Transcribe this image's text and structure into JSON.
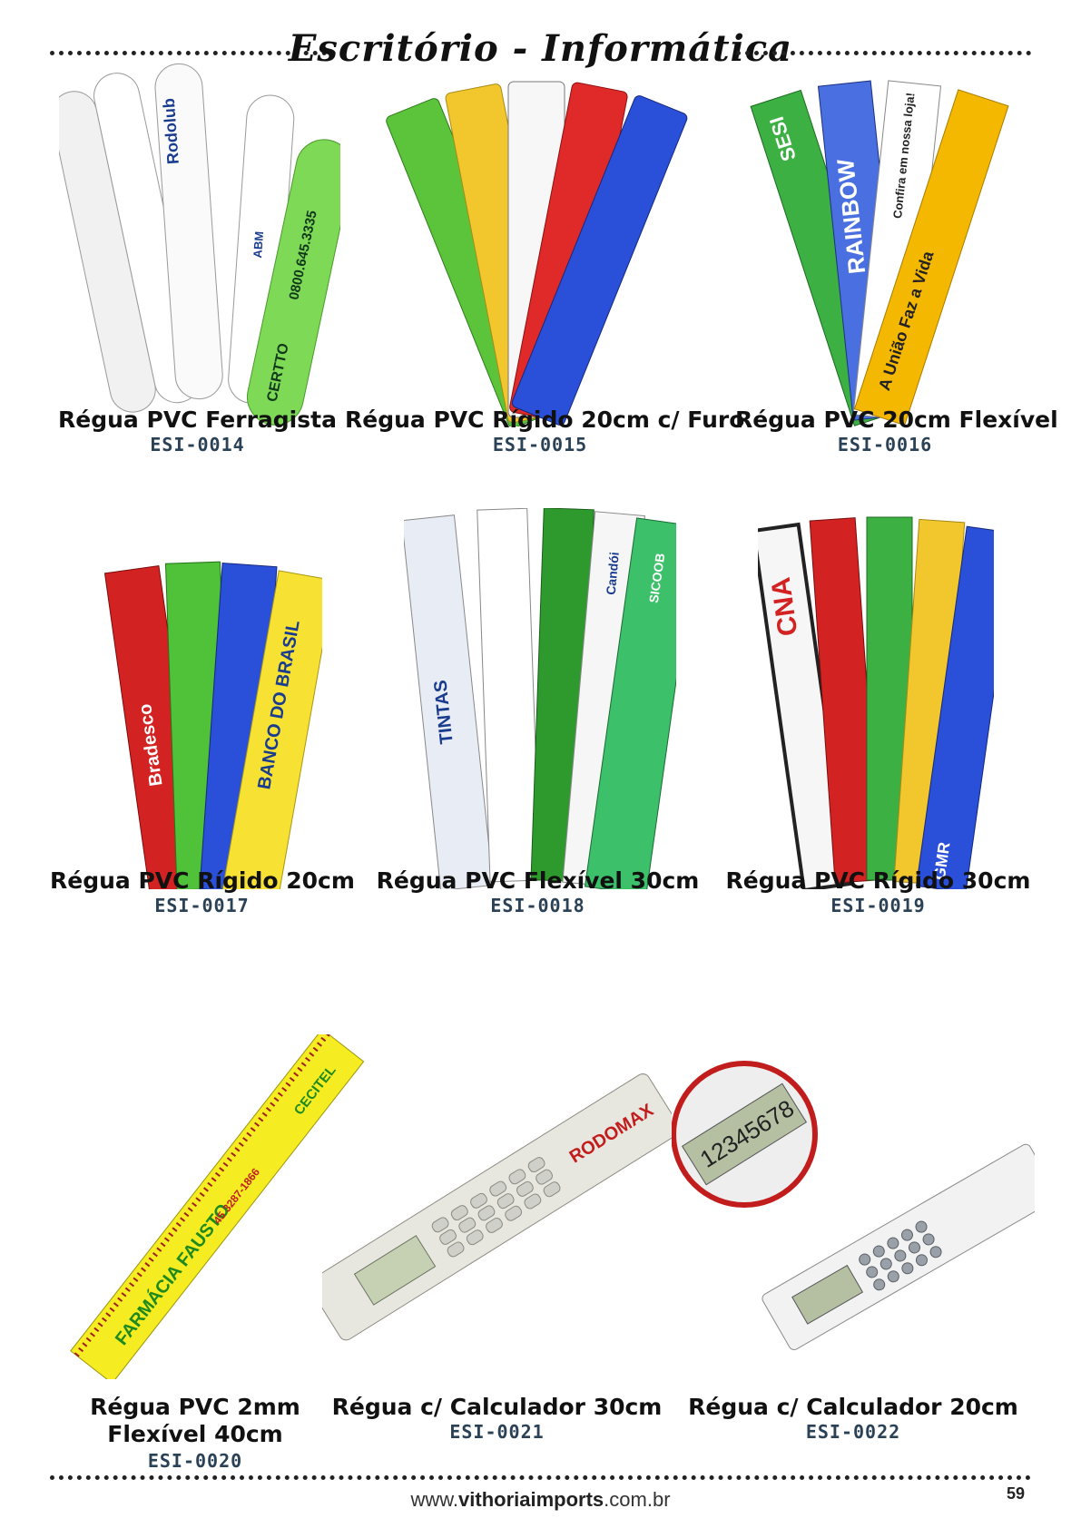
{
  "header": {
    "title": "Escritório - Informática"
  },
  "products": [
    {
      "name": "Régua PVC Ferragista",
      "code": "ESI-0014",
      "image_text": [
        "Rodolub",
        "0800.645.3335",
        "CERTTO",
        "ABM"
      ]
    },
    {
      "name": "Régua PVC Rígido 20cm c/ Furo",
      "code": "ESI-0015",
      "image_text": []
    },
    {
      "name": "Régua PVC 20cm Flexível",
      "code": "ESI-0016",
      "image_text": [
        "SESI",
        "RAINBOW",
        "A União Faz a Vida",
        "Confira em nossa loja!"
      ]
    },
    {
      "name": "Régua PVC Rígido 20cm",
      "code": "ESI-0017",
      "image_text": [
        "Bradesco",
        "BANCO DO BRASIL"
      ]
    },
    {
      "name": "Régua PVC Flexível 30cm",
      "code": "ESI-0018",
      "image_text": [
        "TINTAS",
        "SICOOB",
        "Candói"
      ]
    },
    {
      "name": "Régua PVC Rígido 30cm",
      "code": "ESI-0019",
      "image_text": [
        "CNA",
        "GMR"
      ]
    },
    {
      "name": "Régua PVC 2mm Flexível 40cm",
      "code": "ESI-0020",
      "image_text": [
        "FARMÁCIA FAUSTO",
        "CECITEL",
        "45 3287-1866"
      ]
    },
    {
      "name": "Régua c/ Calculador 30cm",
      "code": "ESI-0021",
      "image_text": [
        "RODOMAX"
      ]
    },
    {
      "name": "Régua c/ Calculador 20cm",
      "code": "ESI-0022",
      "image_text": [
        "12345678"
      ]
    }
  ],
  "colors": {
    "green": "#5cc43a",
    "yellow": "#f2d22e",
    "red": "#e02a2a",
    "blue": "#2a4fd8",
    "white": "#f4f4f4",
    "code_text": "#2a4156"
  },
  "footer": {
    "url_prefix": "www.",
    "url_brand": "vithoriaimports",
    "url_suffix": ".com.br",
    "page_number": "59"
  }
}
